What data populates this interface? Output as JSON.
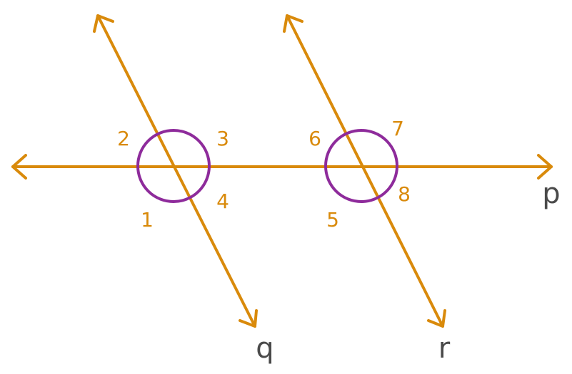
{
  "colors": {
    "line": "#D98A0B",
    "circle": "#8E2B9B",
    "angle_label": "#D98A0B",
    "line_label": "#4A4A4A",
    "background": "#FFFFFF"
  },
  "line_labels": {
    "p": "p",
    "q": "q",
    "r": "r"
  },
  "angle_labels": {
    "a1": "1",
    "a2": "2",
    "a3": "3",
    "a4": "4",
    "a5": "5",
    "a6": "6",
    "a7": "7",
    "a8": "8"
  }
}
